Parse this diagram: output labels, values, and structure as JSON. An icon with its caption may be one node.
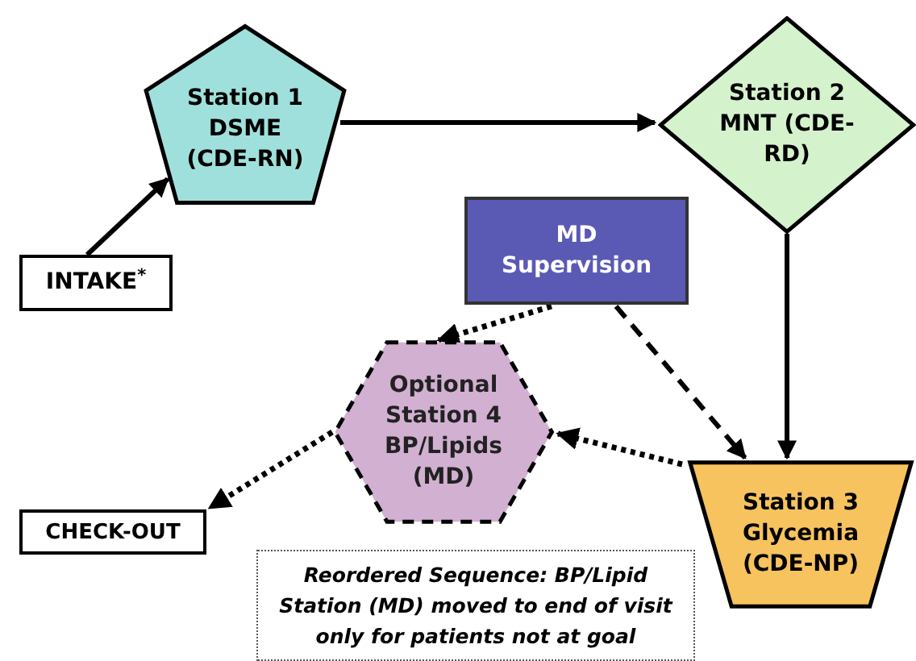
{
  "diagram": {
    "nodes": [
      {
        "text": [
          "INTAKE$^{*}$"
        ]
      },
      {
        "text": [
          "Station 1 DSME (CDE-RN)"
        ]
      },
      {
        "text": [
          "Station 2 MNT (CDE-RD)"
        ]
      },
      {
        "text": [
          "MD Supervision"
        ]
      },
      {
        "text": [
          "Optional Station 4 BP/Lipids (MD)"
        ]
      },
      {
        "text": [
          "Station 3 Glycemia (CDE-NP)"
        ]
      },
      {
        "text": [
          "CHECK-OUT"
        ]
      },
      {
        "text": [
          "Reordered Sequence: BP/Lipid Station (MD) moved to end of visit only for patients not at goal"
        ]
      }
    ],
    "edges": [
      {
        "from": 0,
        "to": 1,
        "arrow": "to"
      },
      {
        "from": 1,
        "to": 2,
        "arrow": "to"
      },
      {
        "from": 2,
        "to": 5,
        "arrow": "to"
      },
      {
        "from": 3,
        "to": 4,
        "arrow": "to",
        "style": "dashed"
      },
      {
        "from": 3,
        "to": 5,
        "arrow": "to",
        "style": "dashed"
      },
      {
        "from": 5,
        "to": 4,
        "arrow": "to",
        "style": "dashed"
      },
      {
        "from": 4,
        "to": 6,
        "arrow": "to",
        "style": "dashed"
      }
    ]
  }
}
